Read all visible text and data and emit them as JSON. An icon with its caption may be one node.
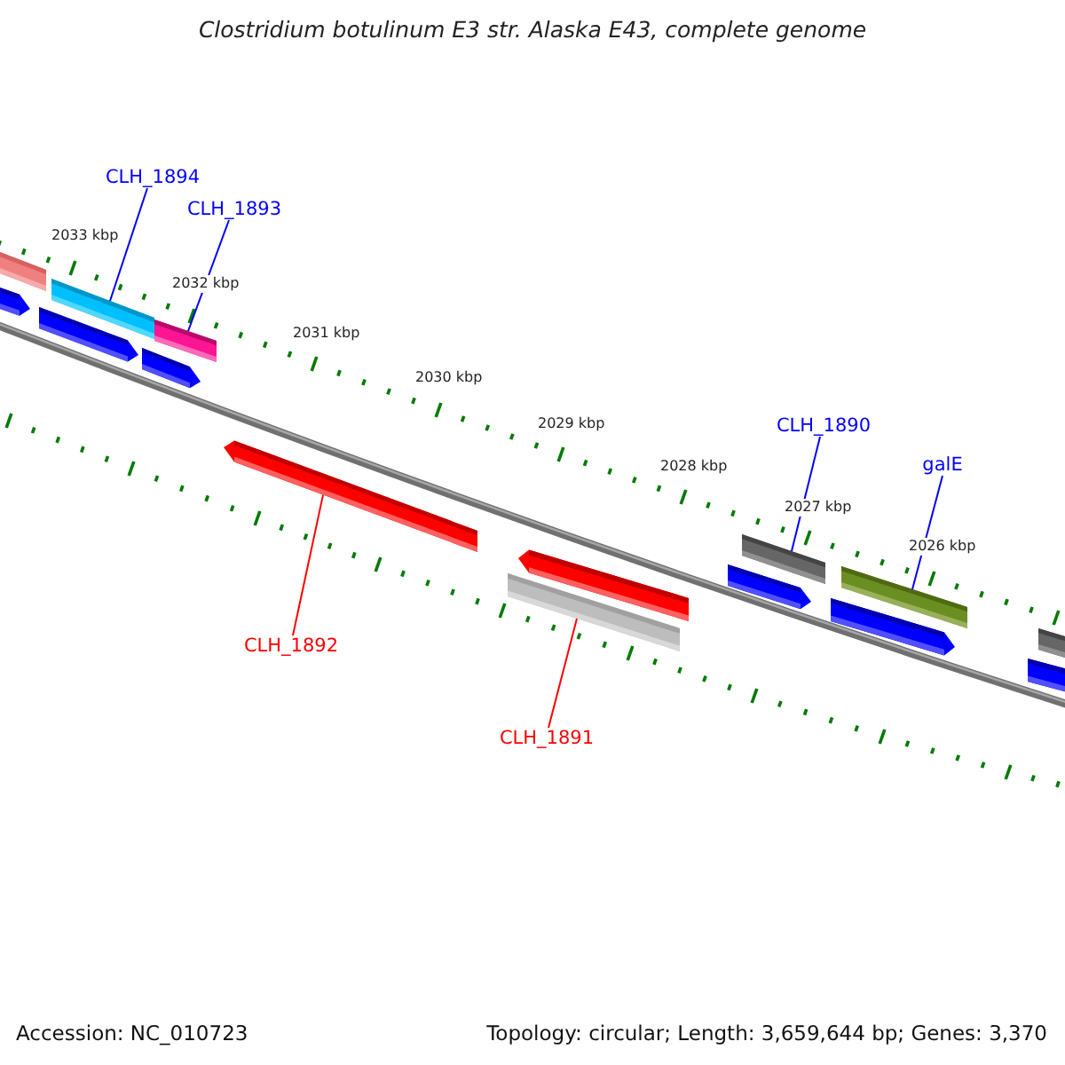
{
  "diagram": {
    "title": "Clostridium botulinum E3 str. Alaska E43, complete genome",
    "nodes": [
      {
        "text": [
          "CLH_1894"
        ]
      },
      {
        "text": [],
        "shape": "bar"
      },
      {
        "text": [
          "CLH_1893"
        ]
      },
      {
        "text": [],
        "shape": "bar"
      },
      {
        "text": [
          "CLH_1890"
        ]
      },
      {
        "text": [],
        "shape": "bar"
      },
      {
        "text": [
          "galE"
        ]
      },
      {
        "text": [],
        "shape": "bar"
      },
      {
        "text": [],
        "shape": "bar"
      },
      {
        "text": [
          "CLH_1892"
        ]
      },
      {
        "text": [],
        "shape": "bar"
      },
      {
        "text": [
          "CLH_1891"
        ]
      }
    ],
    "edges": [
      {
        "from": 0,
        "to": 1,
        "arrow": "none"
      },
      {
        "from": 2,
        "to": 3,
        "arrow": "none"
      },
      {
        "from": 4,
        "to": 5,
        "arrow": "none"
      },
      {
        "from": 6,
        "to": 7,
        "arrow": "none"
      },
      {
        "from": 9,
        "to": 8,
        "arrow": "none",
        "color": "#ff0000"
      },
      {
        "from": 11,
        "to": 10,
        "arrow": "none",
        "color": "#ff0000"
      }
    ],
    "labels": [
      "2033 kbp",
      "2032 kbp",
      "2031 kbp",
      "2030 kbp",
      "2029 kbp",
      "2028 kbp",
      "2027 kbp",
      "2026 kbp",
      "Accession: NC_010723",
      "Topology: circular; Length: 3,659,644 bp; Genes: 3,370"
    ]
  }
}
